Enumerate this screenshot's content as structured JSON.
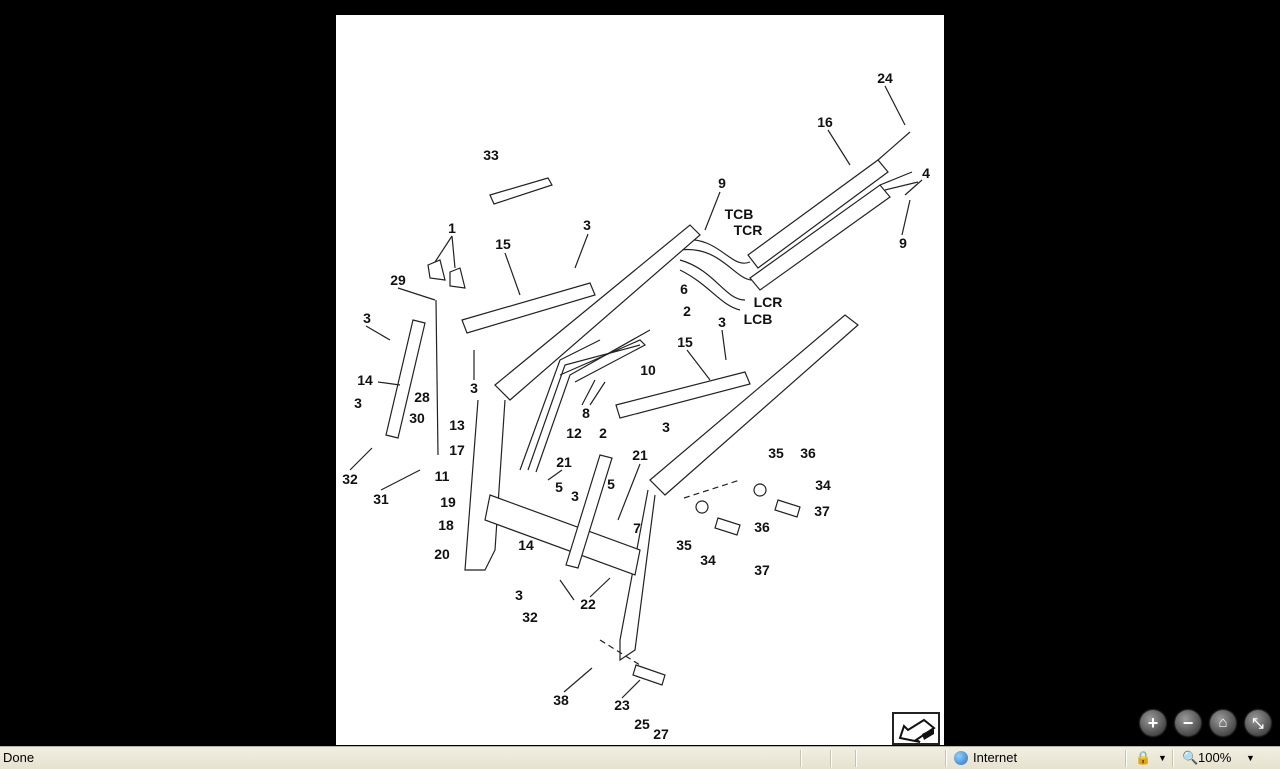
{
  "diagram": {
    "callouts": [
      "24",
      "16",
      "4",
      "9",
      "9",
      "TCB",
      "TCR",
      "LCR",
      "LCB",
      "33",
      "1",
      "15",
      "3",
      "29",
      "6",
      "2",
      "3",
      "3",
      "28",
      "10",
      "3",
      "15",
      "14",
      "8",
      "3",
      "30",
      "13",
      "12",
      "3",
      "17",
      "2",
      "21",
      "35",
      "36",
      "21",
      "11",
      "5",
      "3",
      "5",
      "34",
      "32",
      "31",
      "19",
      "37",
      "7",
      "36",
      "18",
      "20",
      "35",
      "14",
      "34",
      "37",
      "3",
      "22",
      "32",
      "38",
      "23",
      "25",
      "27"
    ]
  },
  "viewer": {
    "zoom_in": "+",
    "zoom_out": "−",
    "home": "⌂",
    "fit": "⤡"
  },
  "statusbar": {
    "status": "Done",
    "zone": "Internet",
    "zoom": "100%"
  }
}
